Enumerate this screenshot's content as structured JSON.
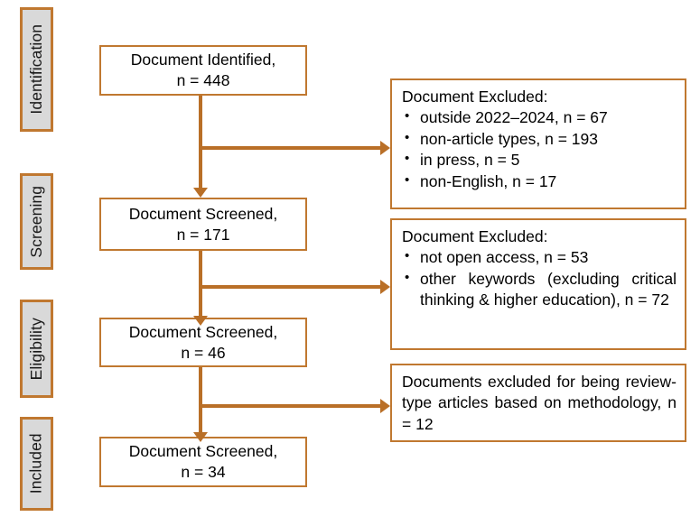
{
  "diagram": {
    "title": "PRISMA document selection flow diagram",
    "colors": {
      "border": "#C07830",
      "connector": "#B96F27",
      "stage_fill": "#D9D9D9",
      "box_fill": "#FFFFFF",
      "text": "#000000"
    }
  },
  "stages": [
    {
      "label": "Identification"
    },
    {
      "label": "Screening"
    },
    {
      "label": "Eligibility"
    },
    {
      "label": "Included"
    }
  ],
  "flow_boxes": [
    {
      "title": "Document Identified,",
      "count": "n = 448"
    },
    {
      "title": "Document Screened,",
      "count": "n = 171"
    },
    {
      "title": "Document Screened,",
      "count": "n = 46"
    },
    {
      "title": "Document Screened,",
      "count": "n = 34"
    }
  ],
  "exclusions": [
    {
      "heading": "Document Excluded:",
      "items": [
        "outside 2022–2024, n = 67",
        "non-article types, n = 193",
        "in press, n = 5",
        "non-English, n = 17"
      ]
    },
    {
      "heading": "Document Excluded:",
      "items": [
        "not open access, n = 53",
        "other keywords (excluding critical thinking & higher education), n = 72"
      ]
    },
    {
      "heading": "",
      "text": "Documents excluded for being review-type articles based on methodology, n = 12"
    }
  ]
}
